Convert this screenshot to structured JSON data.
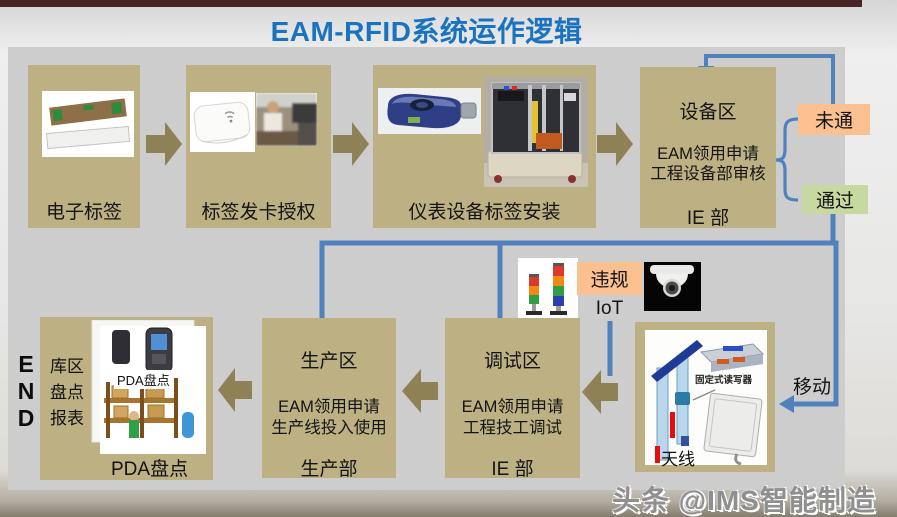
{
  "title": "EAM-RFID系统运作逻辑",
  "colors": {
    "box_tan": "#bdb184",
    "arrow_khaki": "#8e8155",
    "line_blue": "#4f81bd",
    "badge_orange": "#fac090",
    "badge_green": "#c5d9a0",
    "panel_gray": "#cdcdcd",
    "title_blue": "#1a73c0",
    "accent_maroon": "#4a2423"
  },
  "steps": {
    "tag": {
      "label": "电子标签"
    },
    "issue": {
      "label": "标签发卡授权"
    },
    "install": {
      "label": "仪表设备标签安装"
    },
    "equipment_area": {
      "lines": [
        "设备区",
        "EAM领用申请",
        "工程设备部审核",
        "IE 部"
      ]
    },
    "debug_area": {
      "lines": [
        "调试区",
        "EAM领用申请",
        "工程技工调试",
        "IE 部"
      ]
    },
    "production_area": {
      "lines": [
        "生产区",
        "EAM领用申请",
        "生产线投入使用",
        "生产部"
      ]
    },
    "inventory": {
      "side_lines": [
        "库区",
        "盘点",
        "报表"
      ],
      "inner_label": "PDA盘点",
      "caption": "PDA盘点"
    }
  },
  "decision": {
    "fail_label": "未通",
    "pass_label": "通过"
  },
  "iot": {
    "violation_label": "违规",
    "iot_label": "IoT"
  },
  "move_label": "移动",
  "rfid_gate": {
    "reader_label": "固定式读写器",
    "antenna_label": "天线"
  },
  "end_label": {
    "letters": [
      "E",
      "N",
      "D"
    ]
  },
  "watermark": "头条 @IMS智能制造",
  "images": {
    "step1": "rfid-tag-photos",
    "step2": "card-issuer-device-and-operator-photo",
    "step3": "handheld-reader-and-machine-photo",
    "iot": "signal-towers-and-dome-camera",
    "gate": "rfid-gate-reader-antenna-illustration",
    "inventory": "pda-and-warehouse-illustration"
  }
}
